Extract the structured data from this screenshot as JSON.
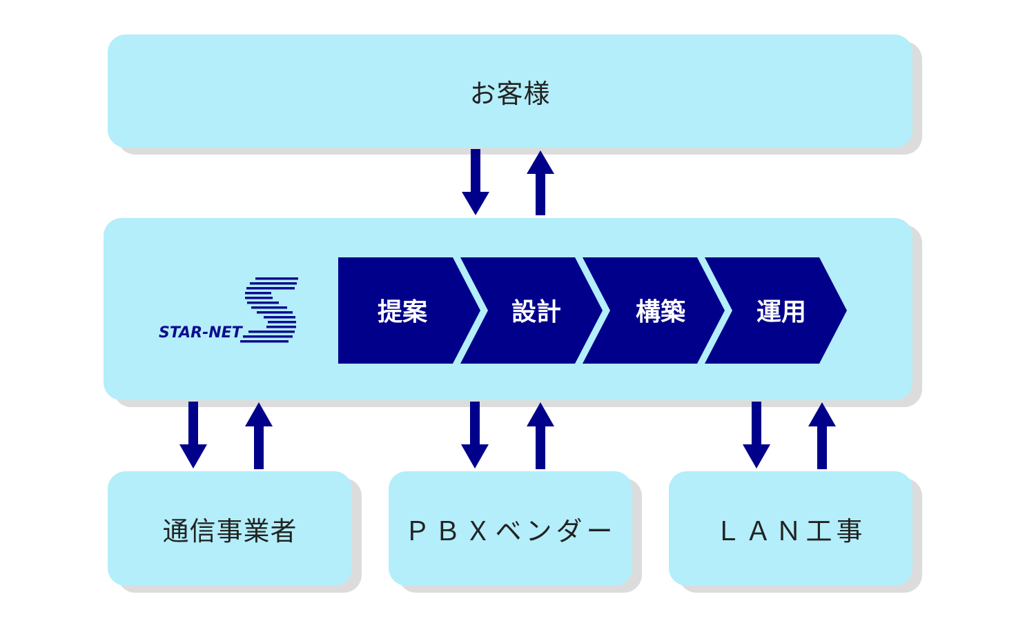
{
  "diagram": {
    "customer": {
      "label": "お客様"
    },
    "company": {
      "logo_text": "STAR-NET",
      "process_steps": [
        "提案",
        "設計",
        "構築",
        "運用"
      ]
    },
    "partners": [
      {
        "label": "通信事業者"
      },
      {
        "label": "ＰＢＸベンダー"
      },
      {
        "label": "ＬＡＮ工事"
      }
    ],
    "colors": {
      "box_fill": "#b3eefa",
      "arrow": "#00008b",
      "chevron": "#00008b",
      "shadow": "#dcdcdc"
    }
  }
}
